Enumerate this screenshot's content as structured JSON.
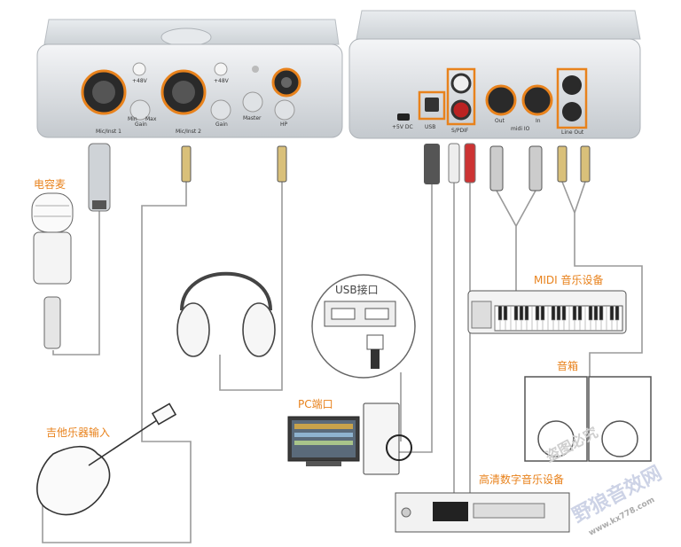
{
  "front_panel": {
    "mic_in_1_label": "Mic/Inst 1",
    "mic_in_2_label": "Mic/Inst 2",
    "phantom_1_label": "+48V",
    "phantom_2_label": "+48V",
    "gain_1_label": "Gain",
    "gain_2_label": "Gain",
    "master_label": "Master",
    "hp_label": "HP",
    "min_label": "Min",
    "max_label": "Max"
  },
  "rear_panel": {
    "dc_label": "+5V DC",
    "usb_label": "USB",
    "spdif_label": "S/PDIF",
    "midi_label": "midi IO",
    "midi_out_label": "Out",
    "midi_in_label": "In",
    "line_out_label": "Line Out"
  },
  "labels": {
    "condenser_mic": "电容麦",
    "guitar_input": "吉他乐器输入",
    "usb_port": "USB接口",
    "pc_port": "PC端口",
    "midi_device": "MIDI 音乐设备",
    "speakers": "音箱",
    "digital_device": "高清数字音乐设备"
  },
  "watermark": {
    "line1": "盗图必究",
    "line2": "野狼音效网",
    "url": "www.kx778.com"
  },
  "colors": {
    "highlight": "#e8821c",
    "cable": "#9a9a9a",
    "device": "#d9dde1"
  }
}
